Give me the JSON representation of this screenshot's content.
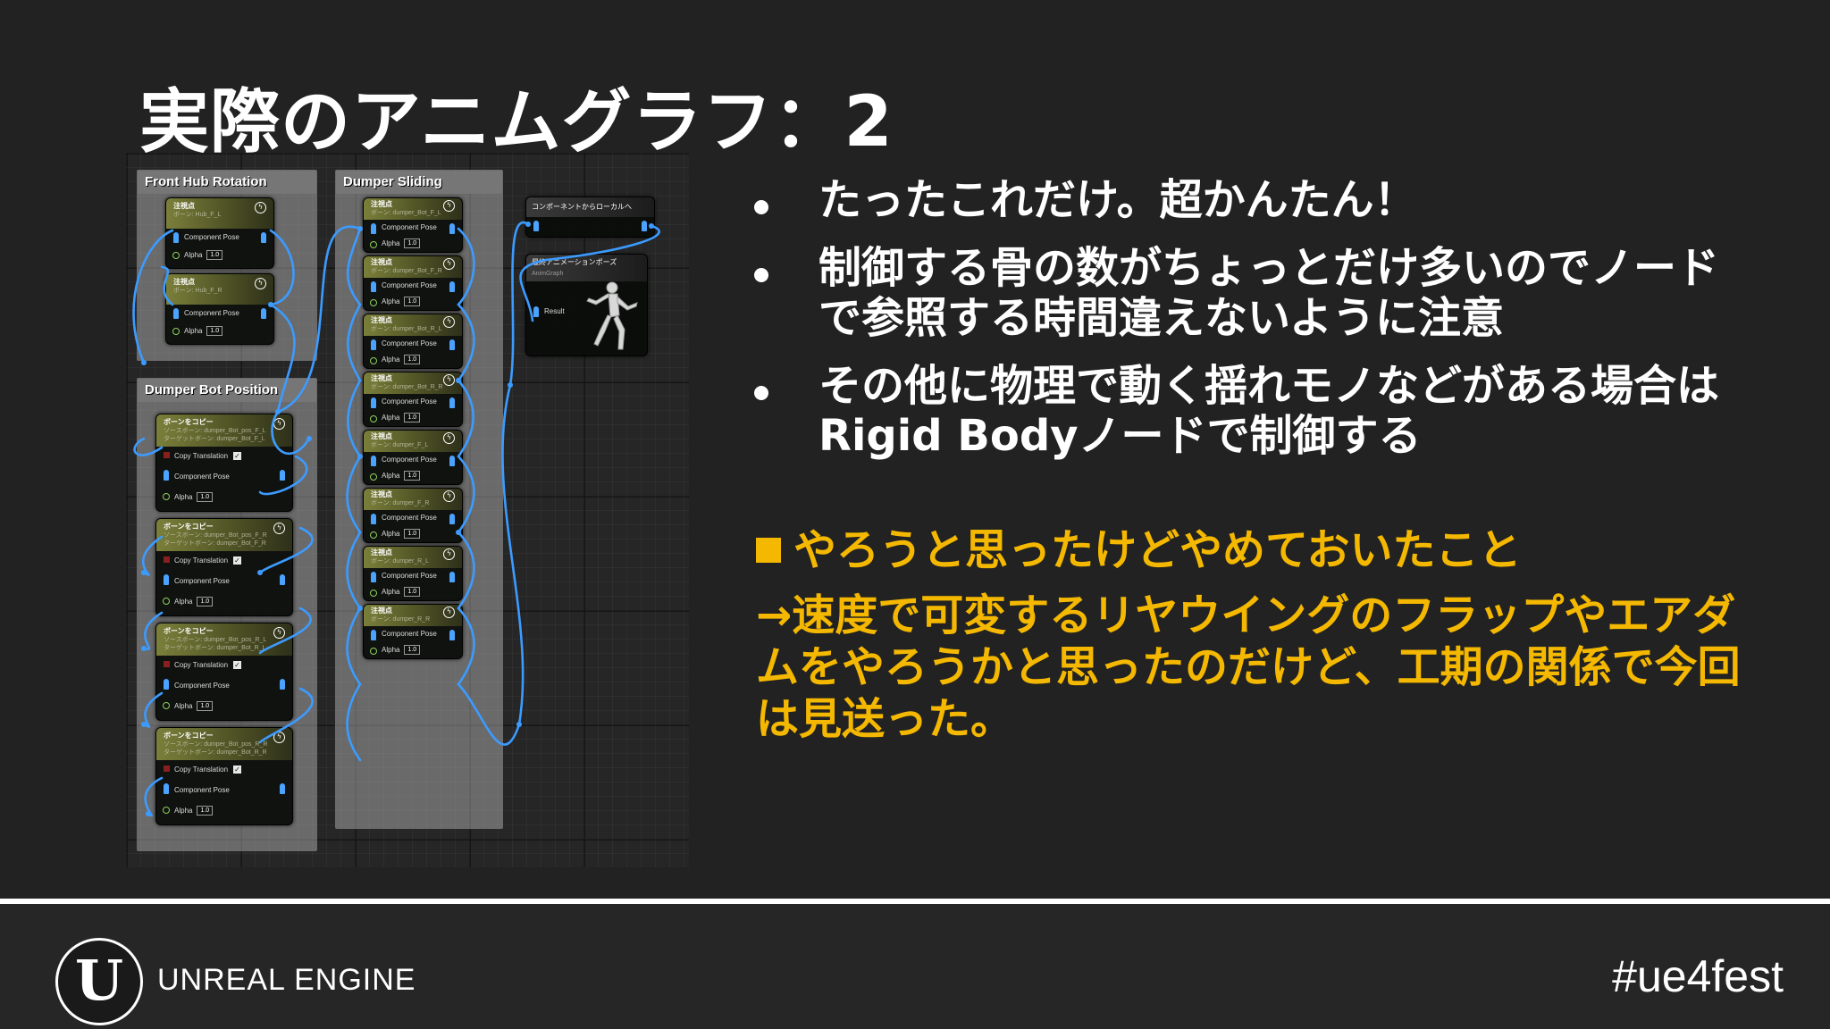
{
  "title": "実際のアニムグラフ：2",
  "graph": {
    "comments": [
      {
        "title": "Front Hub Rotation"
      },
      {
        "title": "Dumper Sliding"
      },
      {
        "title": "Dumper Bot Position"
      }
    ],
    "pin_labels": {
      "component_pose": "Component Pose",
      "alpha": "Alpha",
      "alpha_value": "1.0",
      "copy_translation": "Copy Translation",
      "result": "Result"
    },
    "front_hub_nodes": [
      {
        "title": "注視点",
        "sub": "ボーン: Hub_F_L"
      },
      {
        "title": "注視点",
        "sub": "ボーン: Hub_F_R"
      }
    ],
    "dumper_sliding_nodes": [
      {
        "title": "注視点",
        "sub": "ボーン: dumper_Bot_F_L"
      },
      {
        "title": "注視点",
        "sub": "ボーン: dumper_Bot_F_R"
      },
      {
        "title": "注視点",
        "sub": "ボーン: dumper_Bot_R_L"
      },
      {
        "title": "注視点",
        "sub": "ボーン: dumper_Bot_R_R"
      },
      {
        "title": "注視点",
        "sub": "ボーン: dumper_F_L"
      },
      {
        "title": "注視点",
        "sub": "ボーン: dumper_F_R"
      },
      {
        "title": "注視点",
        "sub": "ボーン: dumper_R_L"
      },
      {
        "title": "注視点",
        "sub": "ボーン: dumper_R_R"
      }
    ],
    "dumper_bot_nodes": [
      {
        "title": "ボーンをコピー",
        "sub": "ソースボーン: dumper_Bot_pos_F_L",
        "sub2": "ターゲットボーン: dumper_Bot_F_L"
      },
      {
        "title": "ボーンをコピー",
        "sub": "ソースボーン: dumper_Bot_pos_F_R",
        "sub2": "ターゲットボーン: dumper_Bot_F_R"
      },
      {
        "title": "ボーンをコピー",
        "sub": "ソースボーン: dumper_Bot_pos_R_L",
        "sub2": "ターゲットボーン: dumper_Bot_R_L"
      },
      {
        "title": "ボーンをコピー",
        "sub": "ソースボーン: dumper_Bot_pos_R_R",
        "sub2": "ターゲットボーン: dumper_Bot_R_R"
      }
    ],
    "convert_node": {
      "title": "コンポーネントからローカルへ"
    },
    "output_node": {
      "title": "最終アニメーションポーズ",
      "sub": "AnimGraph"
    }
  },
  "bullets": [
    {
      "text": "たったこれだけ。超かんたん！"
    },
    {
      "text": "制御する骨の数がちょっとだけ多いのでノードで参照する時間違えないように注意"
    },
    {
      "text": "その他に物理で動く揺れモノなどがある場合はRigid Bodyノードで制御する"
    }
  ],
  "note": {
    "heading": "やろうと思ったけどやめておいたこと",
    "body": "→速度で可変するリヤウイングのフラップやエアダムをやろうかと思ったのだけど、工期の関係で今回は見送った。"
  },
  "footer": {
    "brand": "UNREAL ENGINE",
    "logo_letter": "U",
    "hashtag": "#ue4fest"
  },
  "colors": {
    "background": "#222222",
    "accent_yellow": "#f5b800",
    "wire_blue": "#3c9bff",
    "node_header": "#6b6f33"
  }
}
